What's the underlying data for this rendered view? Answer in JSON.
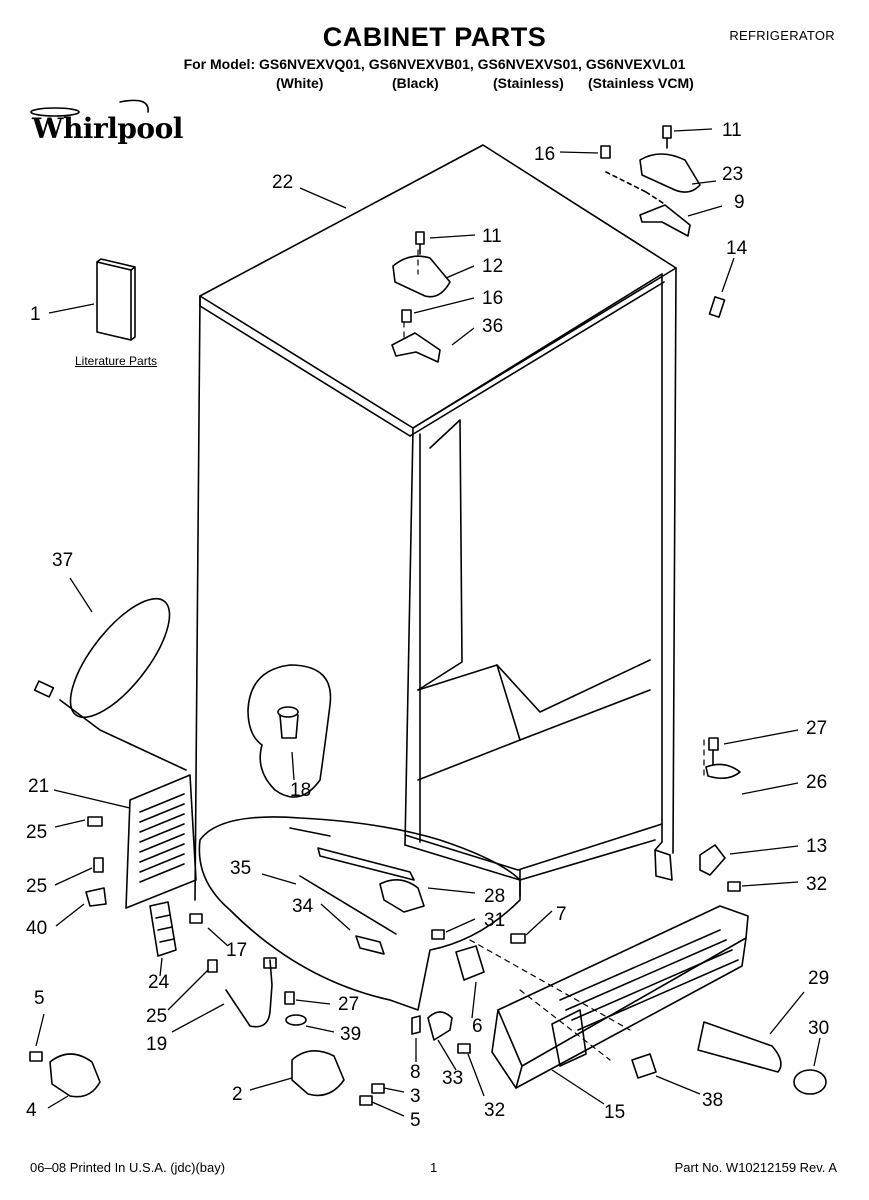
{
  "header": {
    "title": "CABINET PARTS",
    "category": "REFRIGERATOR",
    "models_line": "For Model: GS6NVEXVQ01, GS6NVEXVB01, GS6NVEXVS01, GS6NVEXVL01",
    "variants": [
      "(White)",
      "(Black)",
      "(Stainless)",
      "(Stainless VCM)"
    ]
  },
  "brand": {
    "logo_text": "Whirlpool"
  },
  "literature_label": "Literature Parts",
  "callouts": [
    "1",
    "2",
    "3",
    "4",
    "5",
    "5",
    "6",
    "7",
    "8",
    "9",
    "11",
    "11",
    "12",
    "13",
    "14",
    "15",
    "16",
    "16",
    "17",
    "18",
    "19",
    "21",
    "22",
    "23",
    "24",
    "25",
    "25",
    "25",
    "26",
    "27",
    "27",
    "28",
    "29",
    "30",
    "31",
    "32",
    "32",
    "33",
    "34",
    "35",
    "36",
    "37",
    "38",
    "39",
    "40"
  ],
  "footer": {
    "printed": "06–08 Printed In U.S.A. (jdc)(bay)",
    "page": "1",
    "part_no": "Part No. W10212159 Rev. A"
  }
}
